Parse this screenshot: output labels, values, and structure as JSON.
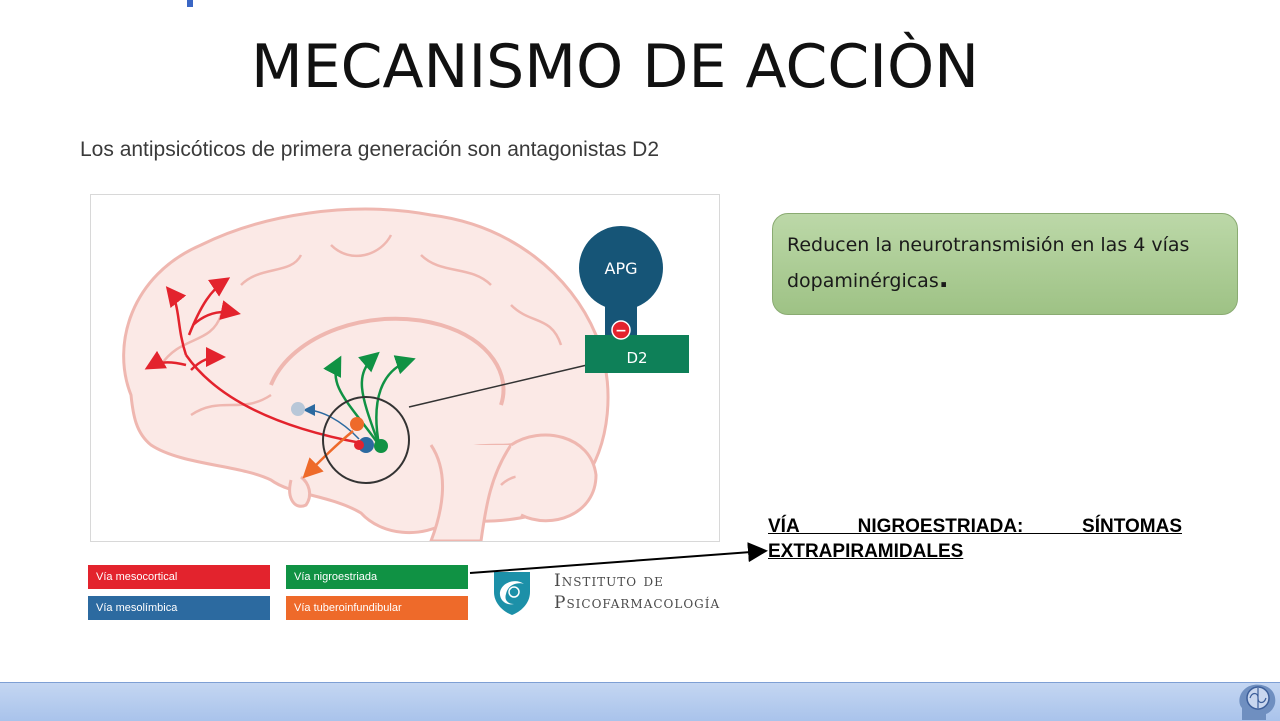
{
  "slide": {
    "title": "MECANISMO DE ACCIÒN",
    "subtitle": "Los antipsicóticos de primera generación son antagonistas D2"
  },
  "figure": {
    "receptor_drug_label": "APG",
    "receptor_label": "D2",
    "minus_symbol": "−",
    "colors": {
      "mesocortical": "#e3232d",
      "mesolimbica": "#2c6aa0",
      "nigroestriada": "#109244",
      "tuberoinfundibular": "#ee6a2a",
      "brain_outline": "#efb7b0",
      "brain_fill": "#fbe9e6",
      "apg_circle": "#165577",
      "d2_box": "#0e8058"
    }
  },
  "legend": {
    "items": [
      {
        "label": "Vía mesocortical",
        "color": "#e3232d"
      },
      {
        "label": "Vía nigroestriada",
        "color": "#109244"
      },
      {
        "label": "Vía mesolímbica",
        "color": "#2c6aa0"
      },
      {
        "label": "Vía tuberoinfundibular",
        "color": "#ee6a2a"
      }
    ]
  },
  "logo": {
    "line1": "Instituto de",
    "line2": "Psicofarmacología"
  },
  "callout": {
    "text": "Reducen la neurotransmisión en las 4 vías dopaminérgicas",
    "period": "."
  },
  "annotation": {
    "line1": "VÍA NIGROESTRIADA: SÍNTOMAS",
    "line2": "EXTRAPIRAMIDALES"
  }
}
